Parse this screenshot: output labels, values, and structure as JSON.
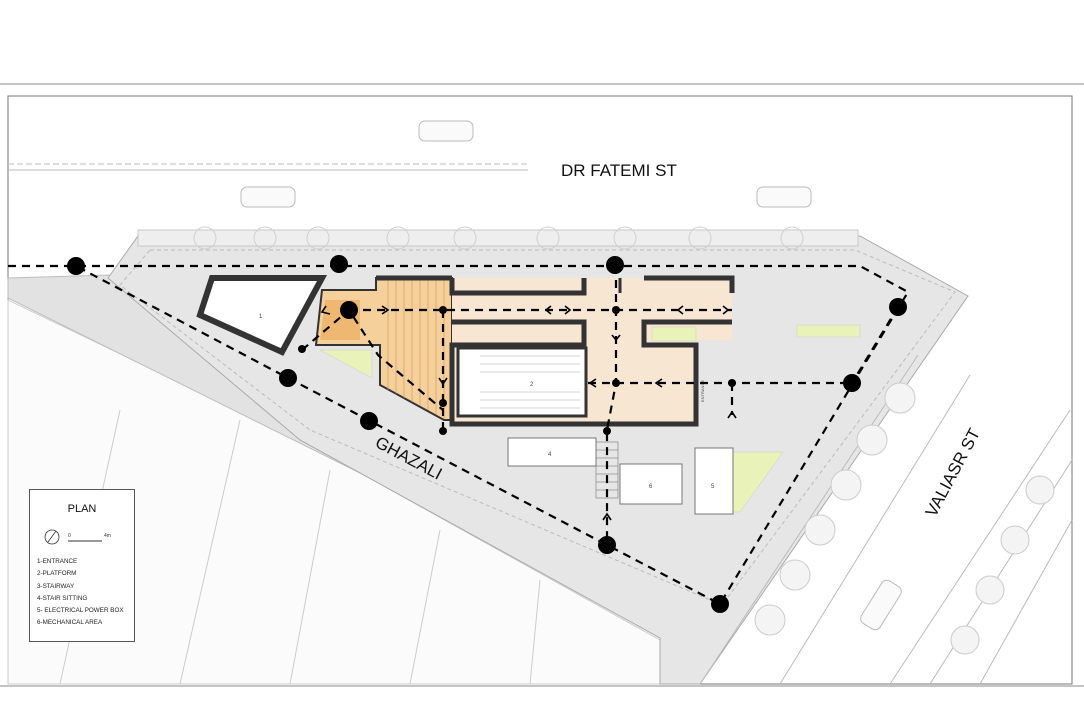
{
  "streets": {
    "north": "DR FATEMI ST",
    "west": "GHAZALI",
    "east": "VALIASR ST"
  },
  "labels": {
    "entrance": "ENTRANCE"
  },
  "legend": {
    "title": "PLAN",
    "scale_start": "0",
    "scale_end": "4m",
    "items": [
      "1-ENTRANCE",
      "2-PLATFORM",
      "3-STAIRWAY",
      "4-STAIR SITTING",
      "5- ELECTRICAL POWER BOX",
      "6-MECHANICAL AREA"
    ]
  },
  "room_numbers": {
    "platform": "2",
    "stair_sitting": "4",
    "mech_a": "6",
    "mech_b": "5",
    "kiosk": "1"
  },
  "colors": {
    "sidewalk": "#e6e6e6",
    "wall": "#3a3a3a",
    "orange_floor": "#f5c98c",
    "peach_floor": "#f6e6d4",
    "green_patch": "#e9f2b8",
    "path": "#000000"
  }
}
